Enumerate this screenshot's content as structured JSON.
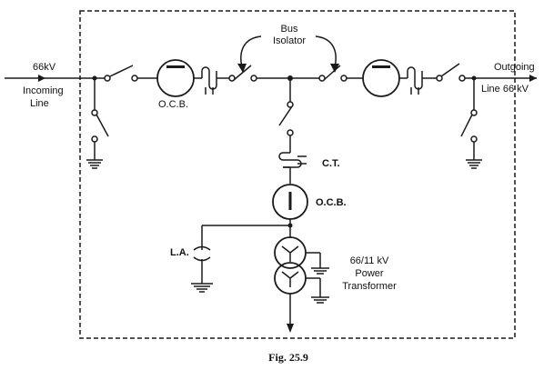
{
  "labels": {
    "bus": "Bus",
    "isolator": "Isolator",
    "incoming_voltage": "66kV",
    "incoming_line": "Incoming",
    "incoming_line2": "Line",
    "outgoing": "Outgoing",
    "outgoing_line": "Line 66 kV",
    "ocb_left": "O.C.B.",
    "ct": "C.T.",
    "ocb_center": "O.C.B.",
    "la": "L.A.",
    "transformer_rating": "66/11 kV",
    "transformer_power": "Power",
    "transformer_name": "Transformer",
    "caption": "Fig. 25.9"
  },
  "colors": {
    "ink": "#1a1a1a",
    "background": "#ffffff"
  }
}
